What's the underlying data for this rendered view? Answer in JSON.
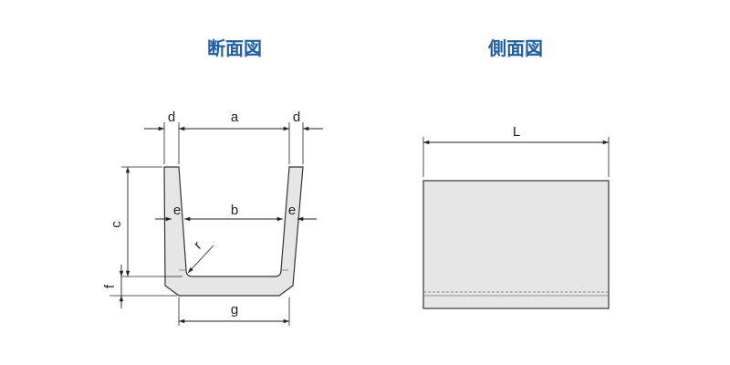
{
  "titles": {
    "section": "断面図",
    "side": "側面図"
  },
  "labels": {
    "d_left": "d",
    "a": "a",
    "d_right": "d",
    "c": "c",
    "e_left": "e",
    "b": "b",
    "e_right": "e",
    "r": "r",
    "f": "f",
    "g": "g",
    "L": "L"
  },
  "colors": {
    "title": "#1f5fa8",
    "fill": "#e6e6e6",
    "line": "#222222"
  }
}
